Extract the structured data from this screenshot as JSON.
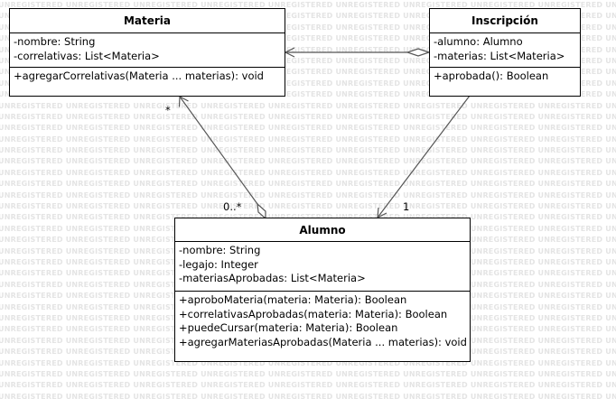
{
  "watermark": {
    "text": "UNREGISTERED",
    "color": "#e4e4e4"
  },
  "classes": {
    "materia": {
      "name": "Materia",
      "attributes": [
        "-nombre: String",
        "-correlativas: List<Materia>"
      ],
      "operations": [
        "+agregarCorrelativas(Materia ... materias): void"
      ]
    },
    "inscripcion": {
      "name": "Inscripción",
      "attributes": [
        "-alumno: Alumno",
        "-materias: List<Materia>"
      ],
      "operations": [
        "+aprobada(): Boolean"
      ]
    },
    "alumno": {
      "name": "Alumno",
      "attributes": [
        "-nombre: String",
        "-legajo: Integer",
        "-materiasAprobadas: List<Materia>"
      ],
      "operations": [
        "+aproboMateria(materia: Materia): Boolean",
        "+correlativasAprobadas(materia: Materia): Boolean",
        "+puedeCursar(materia: Materia): Boolean",
        "+agregarMateriasAprobadas(Materia ... materias): void"
      ]
    }
  },
  "relations": {
    "alumno_materia": {
      "kind": "aggregation",
      "source_multiplicity": "0..*",
      "target_multiplicity": "*"
    },
    "inscripcion_materia": {
      "kind": "aggregation"
    },
    "inscripcion_alumno": {
      "kind": "association",
      "target_multiplicity": "1"
    }
  }
}
